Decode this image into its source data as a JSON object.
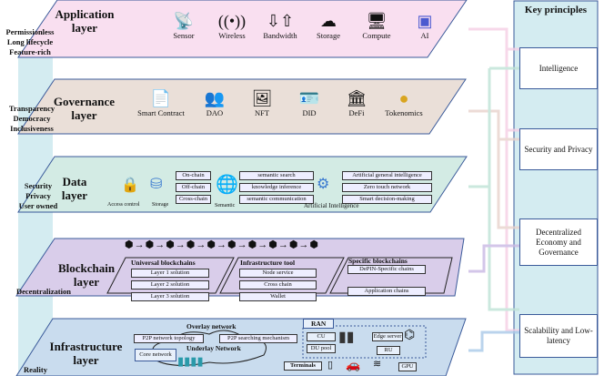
{
  "layers": {
    "application": {
      "title": "Application layer",
      "side": [
        "Permissionless",
        "Long lifecycle",
        "Feature-rich"
      ],
      "items": [
        "Sensor",
        "Wireless",
        "Bandwidth",
        "Storage",
        "Compute",
        "AI"
      ]
    },
    "governance": {
      "title": "Governance layer",
      "side": [
        "Transparency",
        "Democracy",
        "Inclusiveness"
      ],
      "items": [
        "Smart Contract",
        "DAO",
        "NFT",
        "DID",
        "DeFi",
        "Tokenomics"
      ]
    },
    "data": {
      "title": "Data layer",
      "side": [
        "Security",
        "Privacy",
        "User owned"
      ],
      "access": "Access control",
      "storage": "Storage",
      "chains": [
        "On-chain",
        "Off-chain",
        "Cross-chain"
      ],
      "semantic": "Semantic",
      "semantic_items": [
        "semantic search",
        "knowledge inference",
        "semantic communication"
      ],
      "ai": "Artificial Intelligence",
      "ai_items": [
        "Artificial general intelligence",
        "Zero touch network",
        "Smart decision-making"
      ]
    },
    "blockchain": {
      "title": "Blockchain layer",
      "side": "Decentralization",
      "universal": {
        "title": "Universal blockchains",
        "items": [
          "Layer 1 solution",
          "Layer 2 solution",
          "Layer 3 solution"
        ]
      },
      "tool": {
        "title": "Infrastructure tool",
        "items": [
          "Node service",
          "Cross chain",
          "Wallet"
        ]
      },
      "specific": {
        "title": "Specific blockchains",
        "items": [
          "DePIN-Specific chains",
          "Application chains"
        ]
      }
    },
    "infrastructure": {
      "title": "Infrastructure layer",
      "side": "Reality",
      "overlay": "Overlay network",
      "overlay_items": [
        "P2P network topology",
        "P2P searching mechanism"
      ],
      "underlay": "Underlay Network",
      "core": "Core network",
      "ran": "RAN",
      "cu": "CU",
      "du": "DU pool",
      "edge": "Edge server",
      "ru": "RU",
      "terminals": "Terminals",
      "gpu": "GPU"
    }
  },
  "principles": {
    "title": "Key principles",
    "items": [
      "Intelligence",
      "Security and Privacy",
      "Decentralized Economy and Governance",
      "Scalability and Low-latency"
    ]
  },
  "colors": {
    "app": "#f9dff0",
    "gov": "#eadfd8",
    "data": "#d3ebe4",
    "chain": "#d9cdea",
    "infra": "#c9dcee",
    "key": "#d4ecf1"
  }
}
